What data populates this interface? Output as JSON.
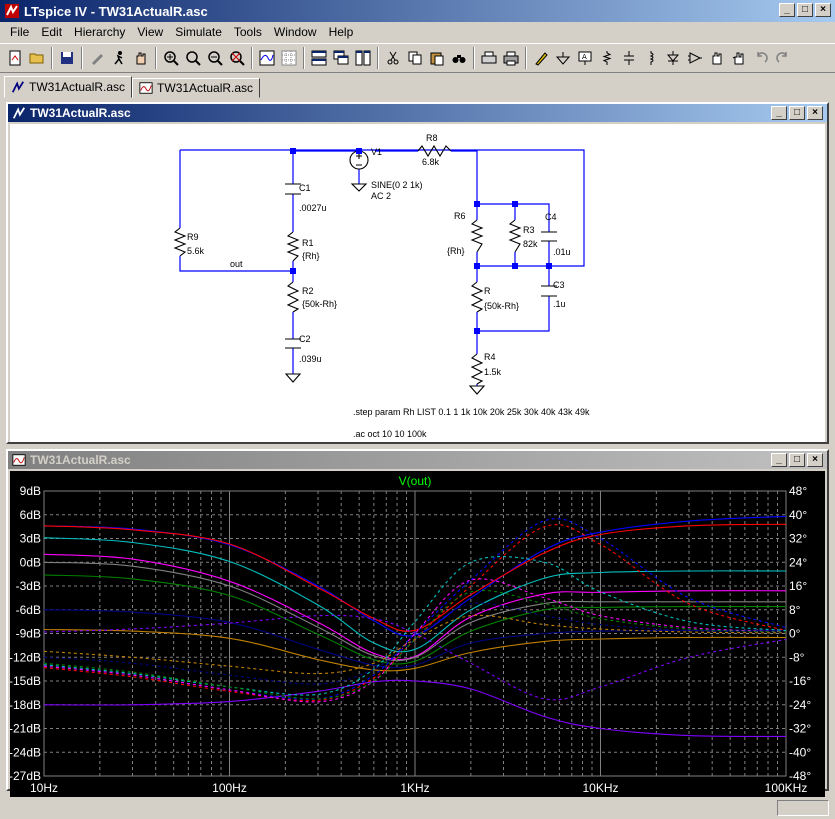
{
  "app": {
    "title": "LTspice IV - TW31ActualR.asc",
    "menu": [
      "File",
      "Edit",
      "Hierarchy",
      "View",
      "Simulate",
      "Tools",
      "Window",
      "Help"
    ],
    "tabs": [
      "TW31ActualR.asc",
      "TW31ActualR.asc"
    ],
    "toolbar_icons": [
      "new-schematic-icon",
      "open-icon",
      "save-icon",
      "control-panel-icon",
      "run-icon",
      "halt-icon",
      "zoom-in-icon",
      "zoom-pan-icon",
      "zoom-out-icon",
      "zoom-fit-icon",
      "autorange-icon",
      "grid-icon",
      "tile-horizontal-icon",
      "cascade-icon",
      "tile-vertical-icon",
      "cut-icon",
      "copy-icon",
      "paste-icon",
      "find-icon",
      "print-setup-icon",
      "print-icon",
      "draw-wire-icon",
      "ground-icon",
      "label-net-icon",
      "resistor-icon",
      "capacitor-icon",
      "inductor-icon",
      "diode-icon",
      "component-icon",
      "move-icon",
      "drag-icon",
      "undo-icon",
      "redo-icon"
    ]
  },
  "schematic": {
    "window_title": "TW31ActualR.asc",
    "labels": {
      "v1": "V1",
      "v1_value": "SINE(0 2 1k)",
      "v1_ac": "AC 2",
      "r8": "R8",
      "r8_value": "6.8k",
      "c1": "C1",
      "c1_value": ".0027u",
      "r9": "R9",
      "r9_value": "5.6k",
      "out": "out",
      "r1": "R1",
      "r1_value": "{Rh}",
      "r2": "R2",
      "r2_value": "{50k-Rh}",
      "c2": "C2",
      "c2_value": ".039u",
      "r6": "R6",
      "r6_value": "{Rh}",
      "r3": "R3",
      "r3_value": "82k",
      "c4": "C4",
      "c4_value": ".01u",
      "r": "R",
      "r_value": "{50k-Rh}",
      "c3": "C3",
      "c3_value": ".1u",
      "r4": "R4",
      "r4_value": "1.5k",
      "step": ".step param Rh LIST 0.1 1 1k 10k 20k 25k 30k 40k 43k 49k",
      "ac": ".ac oct 10 10 100k"
    }
  },
  "plot": {
    "window_title": "TW31ActualR.asc",
    "trace_label": "V(out)",
    "trace_label_color": "#00ff00"
  },
  "chart_data": {
    "type": "line",
    "title": "V(out)",
    "xscale": "log",
    "xlim": [
      10,
      100000
    ],
    "x_tick_labels": [
      "10Hz",
      "100Hz",
      "1KHz",
      "10KHz",
      "100KHz"
    ],
    "ylim_left": [
      -27,
      9
    ],
    "y_left_tick_labels": [
      "9dB",
      "6dB",
      "3dB",
      "0dB",
      "-3dB",
      "-6dB",
      "-9dB",
      "-12dB",
      "-15dB",
      "-18dB",
      "-21dB",
      "-24dB",
      "-27dB"
    ],
    "ylim_right": [
      -48,
      48
    ],
    "y_right_tick_labels": [
      "48°",
      "40°",
      "32°",
      "24°",
      "16°",
      "8°",
      "0°",
      "-8°",
      "-16°",
      "-24°",
      "-32°",
      "-40°",
      "-48°"
    ],
    "grid": true,
    "x": [
      10,
      30,
      100,
      300,
      600,
      1000,
      2000,
      5000,
      10000,
      30000,
      100000
    ],
    "series": [
      {
        "color": "#0000ff",
        "style": "solid",
        "values": [
          4.6,
          4.2,
          2.2,
          -3.0,
          -7.4,
          -9.2,
          -4.5,
          1.6,
          3.8,
          5.2,
          5.8
        ]
      },
      {
        "color": "#ff0000",
        "style": "solid",
        "values": [
          4.6,
          4.1,
          2.3,
          -3.2,
          -7.1,
          -8.6,
          -4.1,
          1.2,
          3.5,
          4.6,
          4.8
        ]
      },
      {
        "color": "#00bfbf",
        "style": "solid",
        "values": [
          3.1,
          2.5,
          0.1,
          -5.4,
          -10.2,
          -11.0,
          -6.0,
          -2.0,
          -1.3,
          -1.1,
          -1.1
        ]
      },
      {
        "color": "#ff00ff",
        "style": "solid",
        "values": [
          1.0,
          0.4,
          -2.4,
          -7.6,
          -11.5,
          -11.9,
          -6.9,
          -4.0,
          -3.8,
          -3.6,
          -3.6
        ]
      },
      {
        "color": "#808080",
        "style": "solid",
        "values": [
          0.0,
          -0.5,
          -3.0,
          -8.2,
          -11.8,
          -12.0,
          -7.6,
          -5.2,
          -5.0,
          -5.0,
          -5.0
        ]
      },
      {
        "color": "#008000",
        "style": "solid",
        "values": [
          -1.6,
          -2.1,
          -4.2,
          -9.1,
          -12.3,
          -12.5,
          -8.7,
          -6.0,
          -5.7,
          -5.6,
          -5.6
        ]
      },
      {
        "color": "#000080",
        "style": "solid",
        "values": [
          -6.0,
          -6.3,
          -7.6,
          -11.0,
          -13.0,
          -13.0,
          -10.2,
          -9.0,
          -8.7,
          -8.6,
          -8.6
        ]
      },
      {
        "color": "#c08000",
        "style": "solid",
        "values": [
          -8.5,
          -8.7,
          -9.6,
          -12.3,
          -13.6,
          -13.4,
          -11.4,
          -10.0,
          -9.7,
          -9.5,
          -9.5
        ]
      },
      {
        "color": "#8000ff",
        "style": "solid",
        "values": [
          -18.0,
          -18.0,
          -17.6,
          -16.3,
          -15.1,
          -15.0,
          -16.0,
          -19.5,
          -21.0,
          -21.9,
          -22.0
        ]
      },
      {
        "color": "#0000ff",
        "style": "dashed",
        "values": [
          -11.0,
          -14.0,
          -19.0,
          -22.0,
          -14.0,
          0.0,
          18.0,
          38.0,
          32.0,
          12.0,
          2.0
        ]
      },
      {
        "color": "#ff0000",
        "style": "dashed",
        "values": [
          -11.5,
          -14.6,
          -19.5,
          -22.5,
          -15.0,
          -2.0,
          16.0,
          36.0,
          30.0,
          10.0,
          1.0
        ]
      },
      {
        "color": "#00bfbf",
        "style": "dashed",
        "values": [
          -10.5,
          -13.5,
          -18.0,
          -20.5,
          -12.0,
          4.0,
          24.0,
          24.0,
          14.0,
          4.0,
          1.0
        ]
      },
      {
        "color": "#ff00ff",
        "style": "dashed",
        "values": [
          -11.0,
          -14.0,
          -19.0,
          -23.0,
          -16.0,
          0.0,
          18.0,
          12.0,
          6.0,
          2.0,
          0.5
        ]
      },
      {
        "color": "#008000",
        "style": "dashed",
        "values": [
          -10.0,
          -13.0,
          -18.0,
          -22.0,
          -16.0,
          -2.0,
          14.0,
          10.0,
          5.0,
          1.5,
          0.5
        ]
      },
      {
        "color": "#000080",
        "style": "dashed",
        "values": [
          -8.0,
          -10.0,
          -14.0,
          -17.0,
          -12.0,
          -2.0,
          10.0,
          6.0,
          3.0,
          1.0,
          0.3
        ]
      },
      {
        "color": "#c08000",
        "style": "dashed",
        "values": [
          -6.0,
          -8.0,
          -11.0,
          -13.5,
          -10.0,
          -2.0,
          6.0,
          3.0,
          1.5,
          0.5,
          0.2
        ]
      },
      {
        "color": "#8000ff",
        "style": "dashed",
        "values": [
          0.5,
          1.5,
          3.5,
          6.0,
          5.0,
          0.0,
          -10.0,
          -22.0,
          -18.0,
          -8.0,
          -2.0
        ]
      }
    ]
  }
}
